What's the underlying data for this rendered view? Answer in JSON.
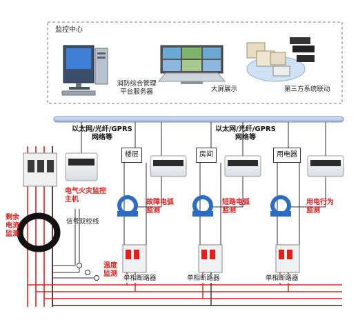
{
  "monitor_center": {
    "title": "监控中心",
    "server_label_line1": "消防综合管理",
    "server_label_line2": "平台服务器",
    "wall_label": "大屏展示",
    "third_party_label": "第三方系统联动"
  },
  "network": {
    "left_line1": "以太网/光纤/GPRS",
    "left_line2": "网络等",
    "right_line1": "以太网/光纤/GPRS",
    "right_line2": "网络等"
  },
  "zones": {
    "floor": "楼层",
    "room": "房间",
    "appliance": "用电器"
  },
  "labels": {
    "host_line1": "电气火灾监控",
    "host_line2": "主机",
    "signal": "信号双绞线",
    "residual_line1": "剩余",
    "residual_line2": "电流",
    "residual_line3": "监测",
    "temp_line1": "温度",
    "temp_line2": "监测",
    "fault_arc_line1": "故障电弧",
    "fault_arc_line2": "监测",
    "short_arc_line1": "短路电弧",
    "short_arc_line2": "监测",
    "behavior_line1": "用电行为",
    "behavior_line2": "监测",
    "breaker1": "单相断路器",
    "breaker2": "单相断路器",
    "breaker3": "单相断路器"
  },
  "colors": {
    "accent_red": "#e41d1d",
    "bus_blue": "#1f5fa8",
    "line_green": "#2e7d32",
    "sensor_blue": "#2b6cc4"
  }
}
